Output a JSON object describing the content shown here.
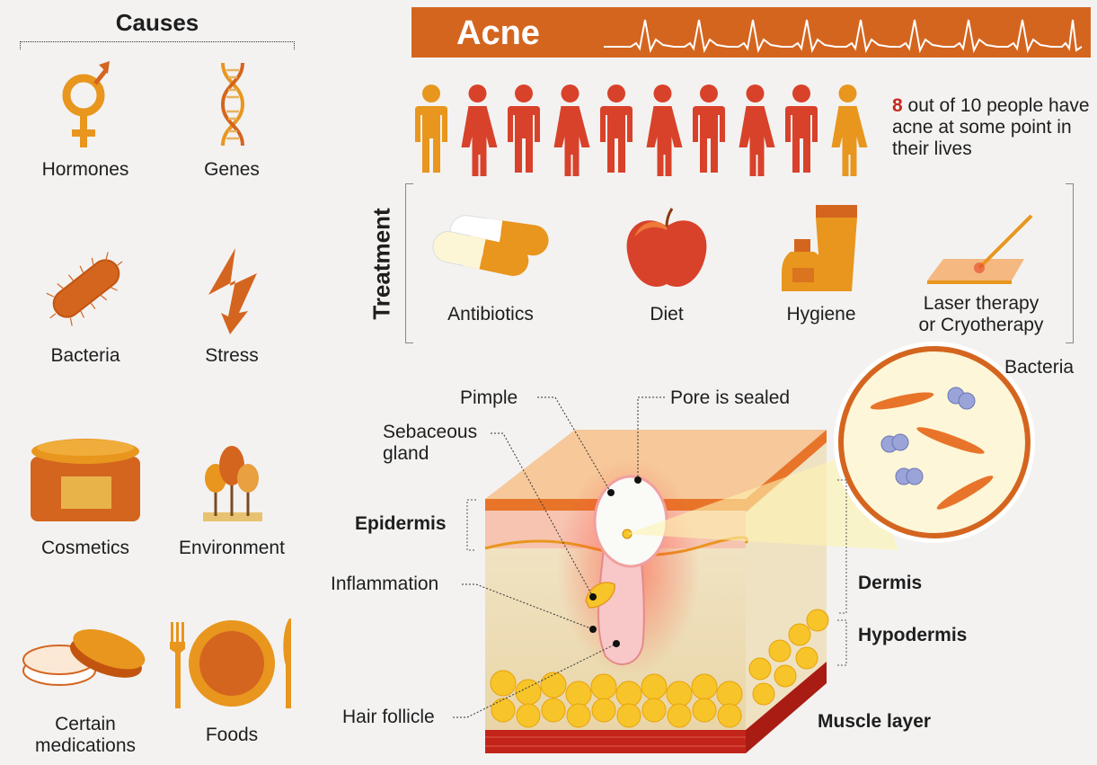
{
  "causes": {
    "title": "Causes",
    "items": [
      {
        "label": "Hormones",
        "icon": "gender-symbol-icon"
      },
      {
        "label": "Genes",
        "icon": "dna-icon"
      },
      {
        "label": "Bacteria",
        "icon": "bacterium-icon"
      },
      {
        "label": "Stress",
        "icon": "lightning-icon"
      },
      {
        "label": "Cosmetics",
        "icon": "cosmetic-jar-icon"
      },
      {
        "label": "Environment",
        "icon": "trees-icon"
      },
      {
        "label": "Certain\nmedications",
        "icon": "pill-box-icon"
      },
      {
        "label": "Foods",
        "icon": "plate-cutlery-icon"
      }
    ]
  },
  "banner": {
    "title": "Acne"
  },
  "statistic": {
    "number": "8",
    "text": " out of 10 people have acne at some point in their lives",
    "affected": 8,
    "total": 10
  },
  "treatment": {
    "title": "Treatment",
    "items": [
      {
        "label": "Antibiotics",
        "icon": "capsules-icon"
      },
      {
        "label": "Diet",
        "icon": "apple-icon"
      },
      {
        "label": "Hygiene",
        "icon": "cleanser-bottles-icon"
      },
      {
        "label": "Laser therapy\nor Cryotherapy",
        "icon": "laser-icon"
      }
    ]
  },
  "skin": {
    "labels": {
      "pimple": "Pimple",
      "pore": "Pore is sealed",
      "sebaceous": "Sebaceous\ngland",
      "epidermis": "Epidermis",
      "inflammation": "Inflammation",
      "hair_follicle": "Hair follicle",
      "dermis": "Dermis",
      "hypodermis": "Hypodermis",
      "muscle": "Muscle layer",
      "bacteria": "Bacteria"
    }
  },
  "colors": {
    "orange": "#e8961e",
    "dark_orange": "#d4651f",
    "red": "#d8422a",
    "background": "#f3f2f1"
  }
}
